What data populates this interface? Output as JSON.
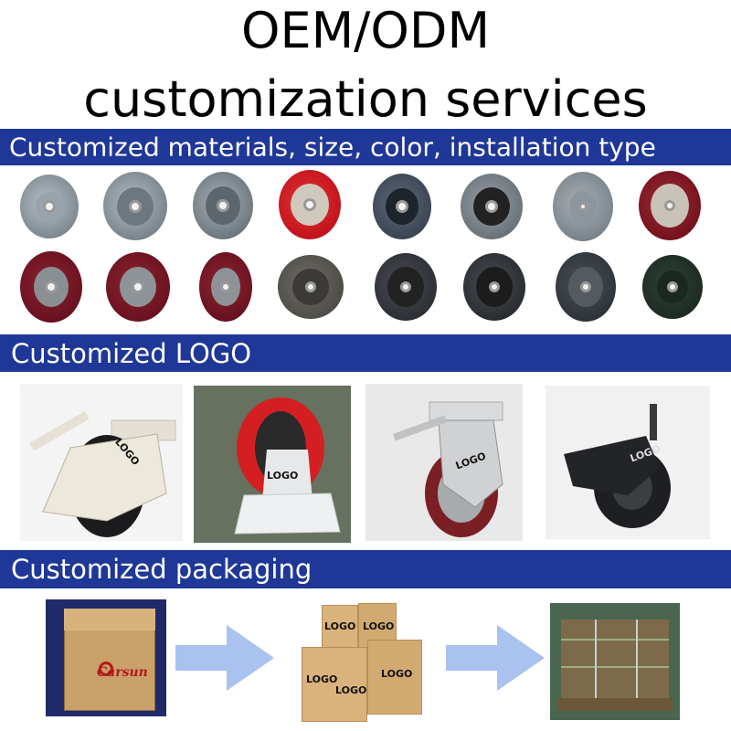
{
  "header": {
    "line1": "OEM/ODM",
    "line2": "customization services"
  },
  "sections": {
    "materials": "Customized materials, size, color, installation type",
    "logo": "Customized LOGO",
    "packaging": "Customized  packaging"
  },
  "logo_mark": "LOGO",
  "box_brand": "Carsun",
  "colors": {
    "band": "#1f3796",
    "arrow": "#a9c2ef",
    "box": "#d9b27c"
  }
}
